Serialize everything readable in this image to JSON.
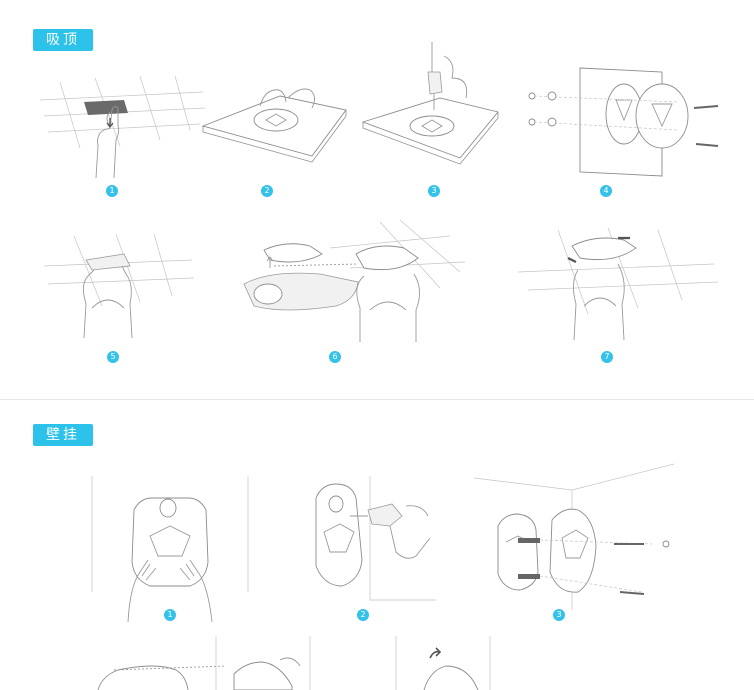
{
  "sections": [
    {
      "title": "吸顶",
      "steps": [
        "1",
        "2",
        "3",
        "4",
        "5",
        "6",
        "7"
      ]
    },
    {
      "title": "壁挂",
      "steps": [
        "1",
        "2",
        "3"
      ]
    }
  ],
  "colors": {
    "accent": "#2cc2ea",
    "line": "#9a9a9a",
    "divider": "#e6e6e6"
  }
}
